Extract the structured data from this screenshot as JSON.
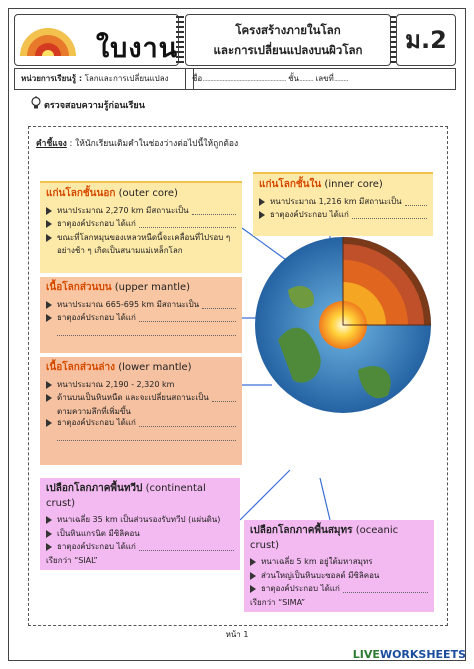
{
  "header": {
    "worksheet_word": "ใบงาน",
    "topic_line1": "โครงสร้างภายในโลก",
    "topic_line2": "และการเปลี่ยนแปลงบนผิวโลก",
    "grade": "ม.2",
    "unit_label": "หน่วยการเรียนรู้ :",
    "unit_value": "โลกและการเปลี่ยนแปลง",
    "name_label": "ชื่อ",
    "class_label": "ชั้น",
    "number_label": "เลขที่"
  },
  "objective": "ตรวจสอบความรู้ก่อนเรียน",
  "instruction": {
    "label": "คำชี้แจง",
    "text": ": ให้นักเรียนเติมคำในช่องว่างต่อไปนี้ให้ถูกต้อง"
  },
  "cards": {
    "outer_core": {
      "title_th": "แก่นโลกชั้นนอก",
      "title_en": "(outer core)",
      "line1": "หนาประมาณ 2,270 km มีสถานะเป็น",
      "line2": "ธาตุองค์ประกอบ ได้แก่",
      "line3a": "ขณะที่โลกหมุนของเหลวหนืดนี้จะเคลื่อนที่ไปรอบ ๆ",
      "line3b": "อย่างช้า ๆ เกิดเป็นสนามแม่เหล็กโลก"
    },
    "upper_mantle": {
      "title_th": "เนื้อโลกส่วนบน",
      "title_en": "(upper mantle)",
      "line1": "หนาประมาณ 665-695 km มีสถานะเป็น",
      "line2": "ธาตุองค์ประกอบ ได้แก่"
    },
    "lower_mantle": {
      "title_th": "เนื้อโลกส่วนล่าง",
      "title_en": "(lower mantle)",
      "line1": "หนาประมาณ 2,190 - 2,320 km",
      "line2a": "ด้านบนเป็นหินหนืด และจะเปลี่ยนสถานะเป็น",
      "line2b": "ตามความลึกที่เพิ่มขึ้น",
      "line3": "ธาตุองค์ประกอบ ได้แก่"
    },
    "inner_core": {
      "title_th": "แก่นโลกชั้นใน",
      "title_en": "(inner core)",
      "line1": "หนาประมาณ 1,216 km มีสถานะเป็น",
      "line2": "ธาตุองค์ประกอบ ได้แก่"
    },
    "continental_crust": {
      "title_th": "เปลือกโลกภาคพื้นทวีป",
      "title_en": "(continental crust)",
      "line1": "หนาเฉลี่ย 35 km เป็นส่วนรองรับทวีป (แผ่นดิน)",
      "line2": "เป็นหินแกรนิต มีซิลิคอน",
      "line3": "ธาตุองค์ประกอบ ได้แก่",
      "called": "เรียกว่า “SIAL”"
    },
    "oceanic_crust": {
      "title_th": "เปลือกโลกภาคพื้นสมุทร",
      "title_en": "(oceanic crust)",
      "line1": "หนาเฉลี่ย 5 km อยู่ใต้มหาสมุทร",
      "line2": "ส่วนใหญ่เป็นหินบะซอลต์ มีซิลิคอน",
      "line3": "ธาตุองค์ประกอบ ได้แก่",
      "called": "เรียกว่า “SIMA”"
    }
  },
  "footer": {
    "page": "หน้า 1",
    "brand_a": "LIVE",
    "brand_b": "WORKSHEETS"
  },
  "colors": {
    "yellow_card": "#fde9a8",
    "orange_card": "#f8c6a2",
    "pink_card": "#f3b9f1",
    "title_accent": "#d64a00"
  }
}
